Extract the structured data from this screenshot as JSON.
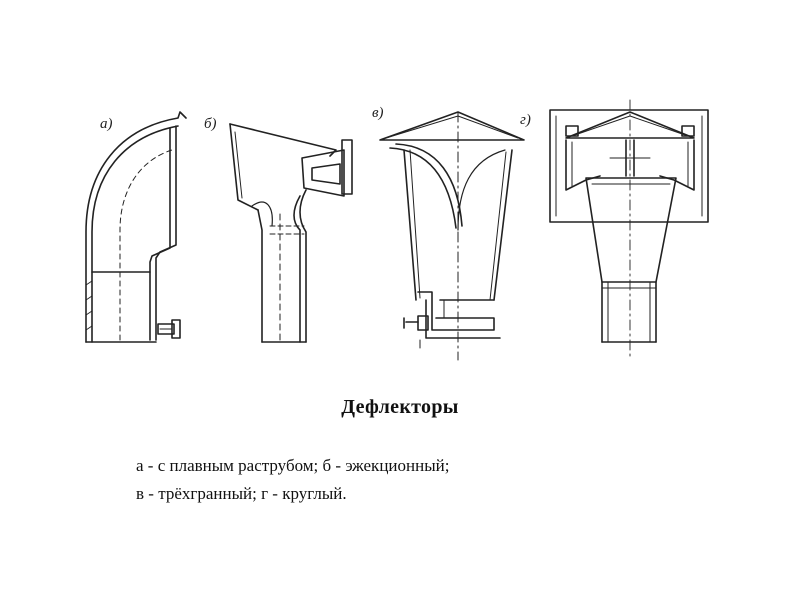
{
  "figure": {
    "labels": [
      "а)",
      "б)",
      "в)",
      "г)"
    ]
  },
  "title": "Дефлекторы",
  "caption": {
    "line1": "а - с плавным раструбом; б - эжекционный;",
    "line2": "в - трёхгранный; г - круглый."
  }
}
